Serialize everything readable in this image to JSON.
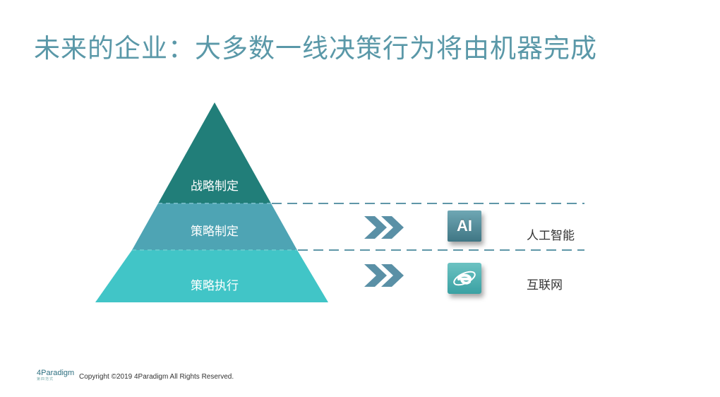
{
  "title": "未来的企业：大多数一线决策行为将由机器完成",
  "pyramid": {
    "levels": [
      {
        "label": "战略制定",
        "color": "#217e79"
      },
      {
        "label": "策略制定",
        "color": "#4ea4b4"
      },
      {
        "label": "策略执行",
        "color": "#41c5c7"
      }
    ]
  },
  "rows": [
    {
      "icon_text": "AI",
      "icon": "ai-icon",
      "label": "人工智能"
    },
    {
      "icon": "internet-explorer-icon",
      "label": "互联网"
    }
  ],
  "colors": {
    "title": "#5a98a8",
    "dashed_line": "#5f97a8",
    "chevron": "#5a90a6"
  },
  "footer": {
    "logo": "4Paradigm",
    "logo_sub": "第四范式",
    "copyright": "Copyright ©2019 4Paradigm All Rights Reserved."
  }
}
